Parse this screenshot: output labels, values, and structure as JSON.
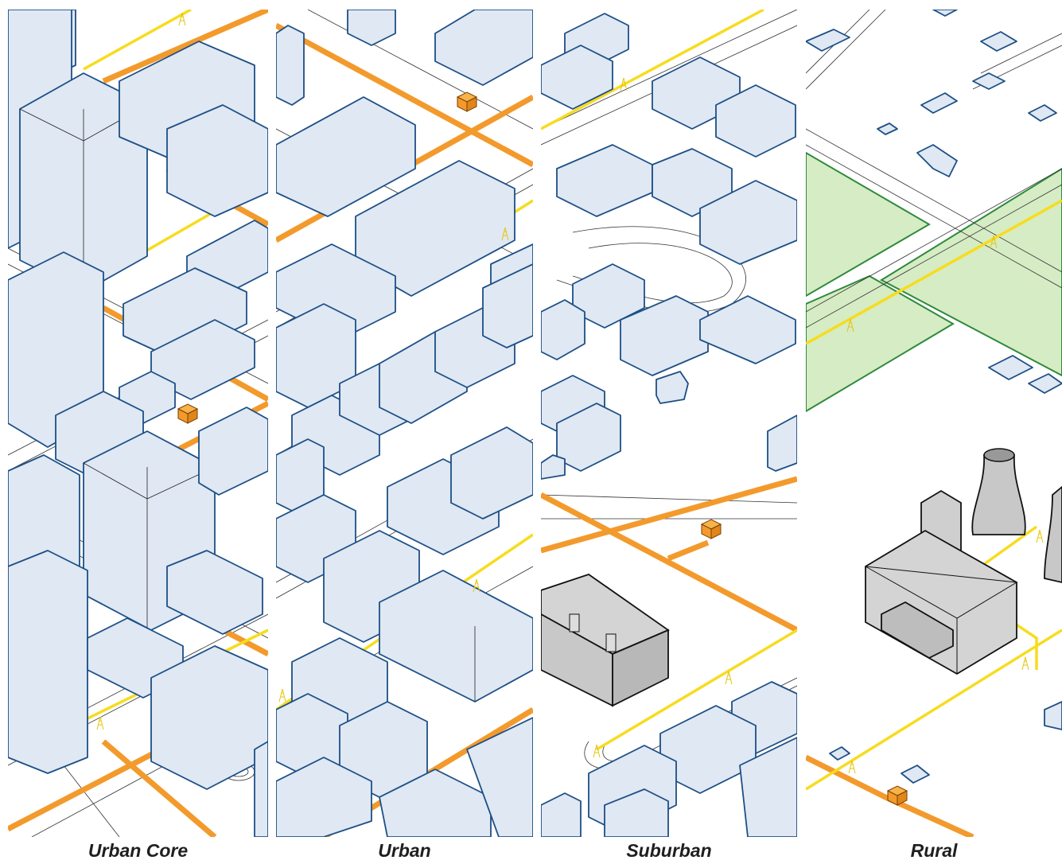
{
  "panels": [
    {
      "label": "Urban Core"
    },
    {
      "label": "Urban"
    },
    {
      "label": "Suburban"
    },
    {
      "label": "Rural"
    }
  ],
  "colors": {
    "building_fill": "#dfe8f3",
    "building_stroke": "#1d4f86",
    "transmission_line": "#f7dc1f",
    "distribution_line": "#f39a2c",
    "substation": "#f39a2c",
    "field": "#d6ecc4",
    "field_stroke": "#2e8a3c",
    "power_plant": "#d4d4d4"
  },
  "icons": [
    "transmission-tower-icon",
    "substation-box-icon",
    "cooling-tower-icon"
  ]
}
